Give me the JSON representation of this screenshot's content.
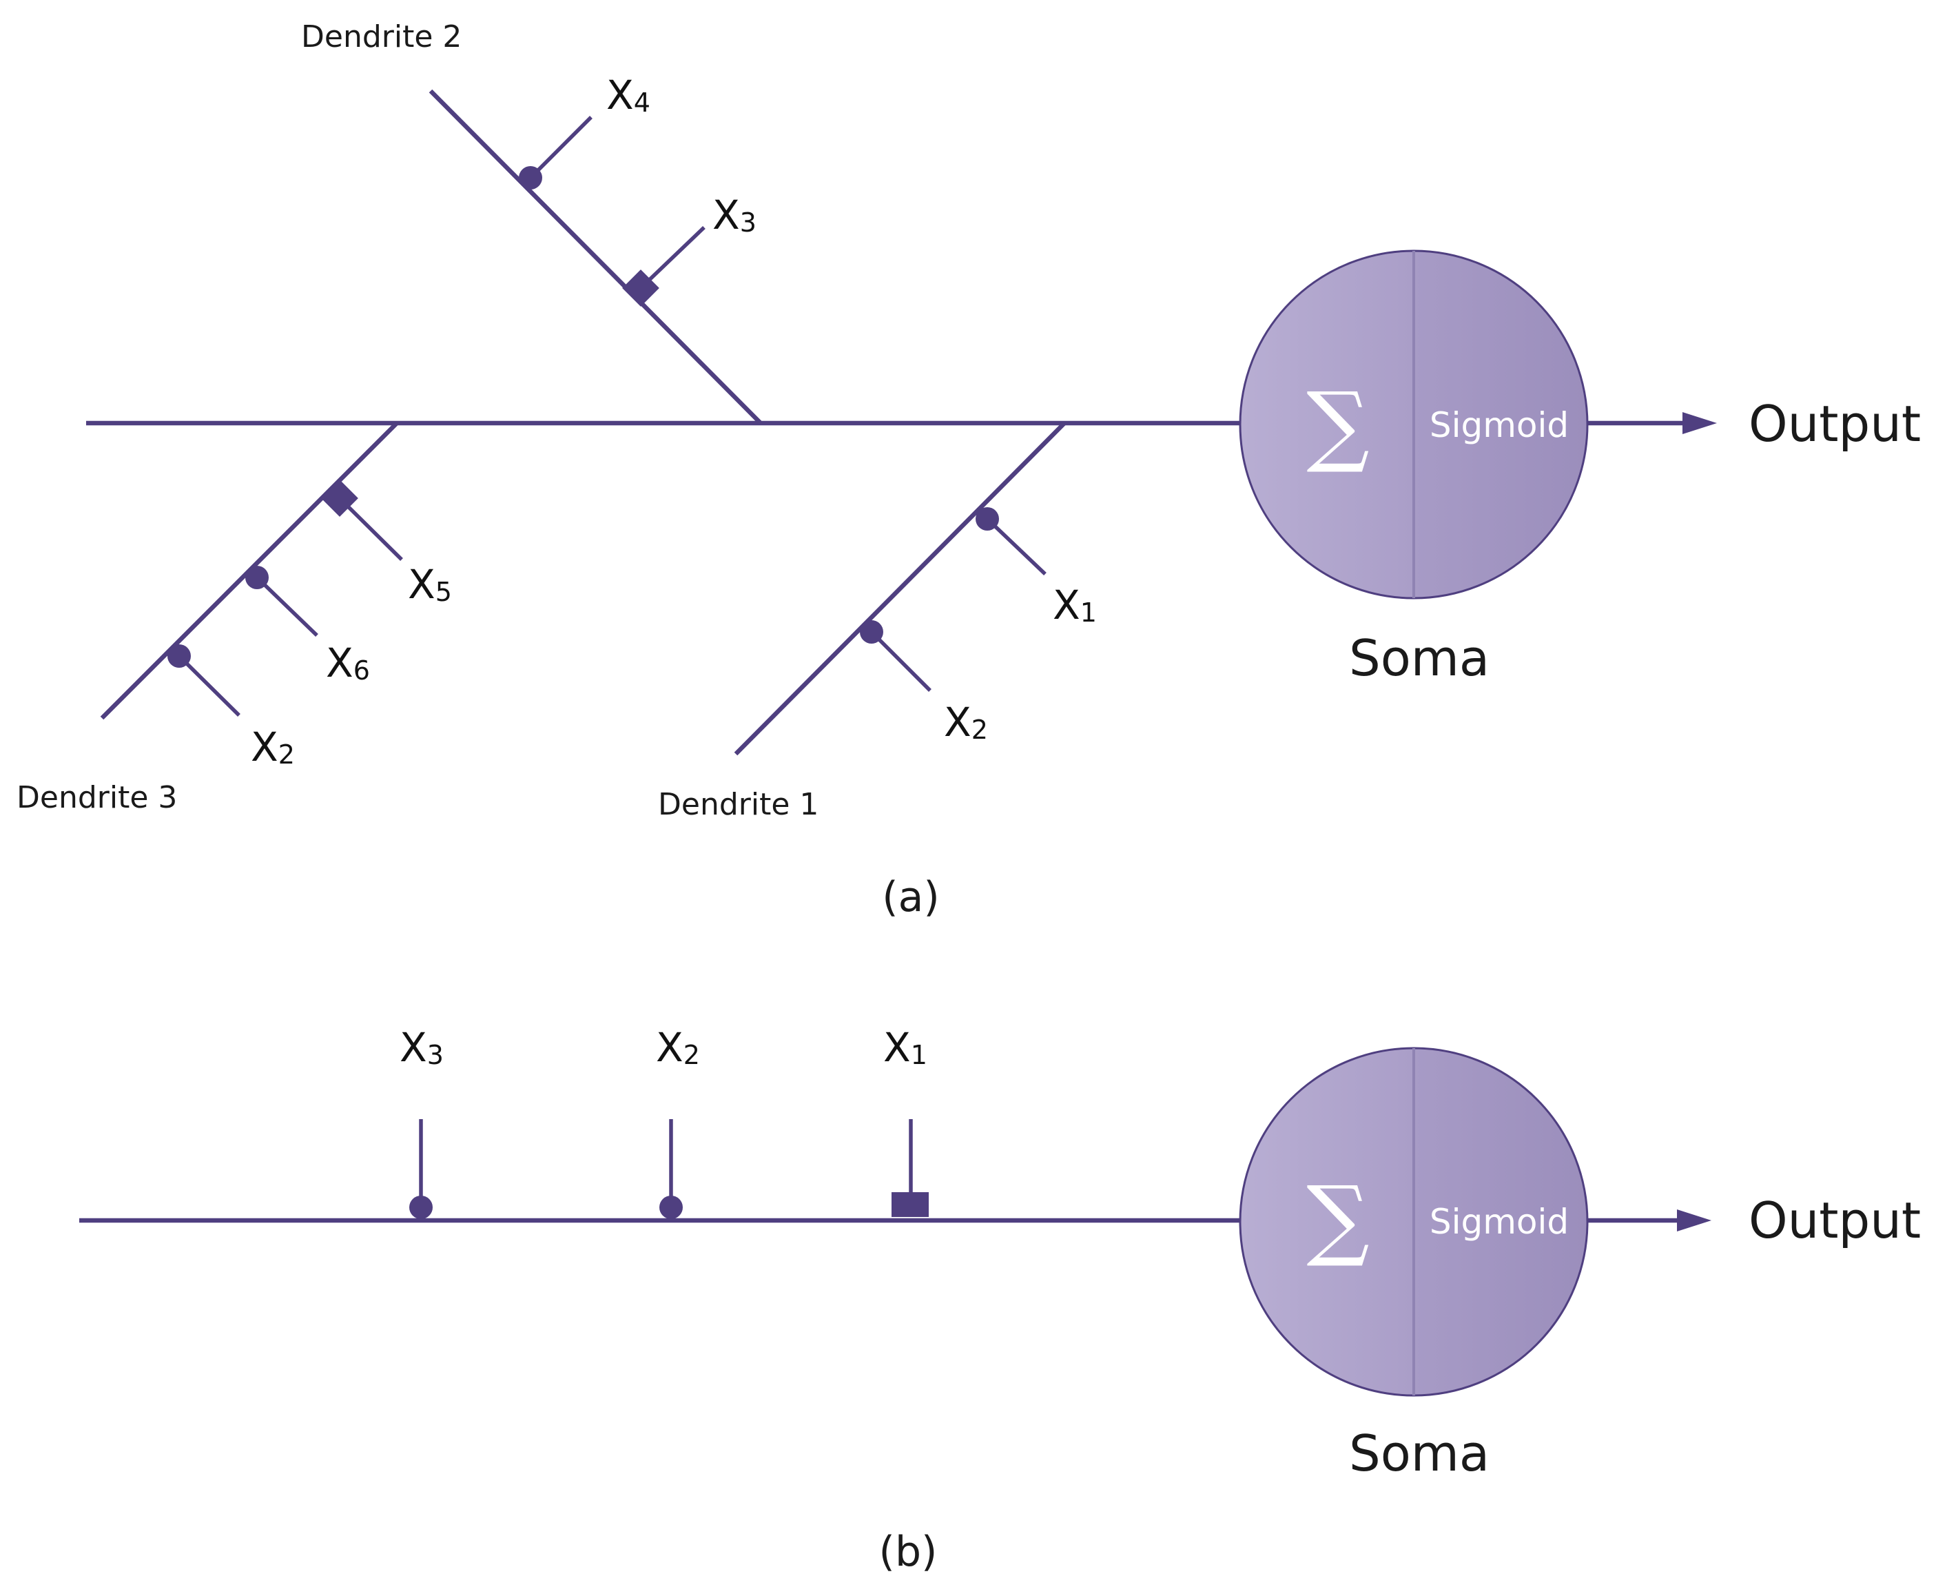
{
  "panel_a": {
    "caption": "(a)",
    "dendrite_labels": [
      "Dendrite 1",
      "Dendrite 2",
      "Dendrite 3"
    ],
    "inputs": {
      "d2_x4": {
        "base": "X",
        "sub": "4"
      },
      "d2_x3": {
        "base": "X",
        "sub": "3"
      },
      "d1_x1": {
        "base": "X",
        "sub": "1"
      },
      "d1_x2": {
        "base": "X",
        "sub": "2"
      },
      "d3_x5": {
        "base": "X",
        "sub": "5"
      },
      "d3_x6": {
        "base": "X",
        "sub": "6"
      },
      "d3_x2": {
        "base": "X",
        "sub": "2"
      }
    },
    "soma": {
      "sum_symbol": "∑",
      "activation": "Sigmoid",
      "label": "Soma"
    },
    "output_label": "Output"
  },
  "panel_b": {
    "caption": "(b)",
    "inputs": {
      "x3": {
        "base": "X",
        "sub": "3"
      },
      "x2": {
        "base": "X",
        "sub": "2"
      },
      "x1": {
        "base": "X",
        "sub": "1"
      }
    },
    "soma": {
      "sum_symbol": "∑",
      "activation": "Sigmoid",
      "label": "Soma"
    },
    "output_label": "Output"
  },
  "colors": {
    "line": "#4f3f80",
    "soma_left": "#b1a6cc",
    "soma_right": "#a195c1",
    "text": "#111111"
  }
}
